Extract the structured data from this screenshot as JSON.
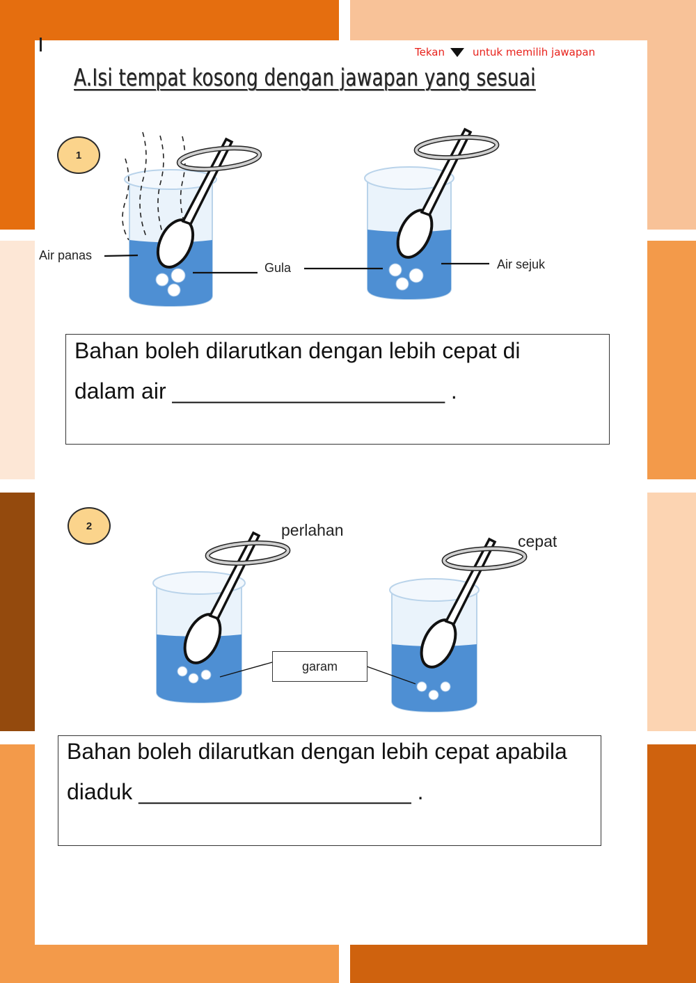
{
  "background_colors": {
    "orange_dark": "#e56e0f",
    "orange_mid": "#f39a4a",
    "peach": "#f8c298",
    "pale_peach": "#fde7d6",
    "light_peach": "#fcd4b2",
    "brown": "#944a0d",
    "water_blue": "#4e8fd3",
    "badge_fill": "#fbd48c"
  },
  "instruction": {
    "before": "Tekan",
    "icon": "dropdown-triangle-icon",
    "after": "untuk memilih jawapan"
  },
  "title": "A.Isi tempat kosong dengan jawapan yang sesuai",
  "question1": {
    "number": "1",
    "labels": {
      "hot_water": "Air panas",
      "sugar": "Gula",
      "cold_water": "Air sejuk"
    },
    "line1": "Bahan boleh dilarutkan dengan lebih cepat di",
    "line2_prefix": "dalam air",
    "blank": "______________________",
    "line2_suffix": "."
  },
  "question2": {
    "number": "2",
    "labels": {
      "slow": "perlahan",
      "fast": "cepat",
      "salt": "garam"
    },
    "line1": "Bahan boleh dilarutkan dengan lebih cepat apabila",
    "line2_prefix": "diaduk",
    "blank": "______________________",
    "line2_suffix": "."
  }
}
